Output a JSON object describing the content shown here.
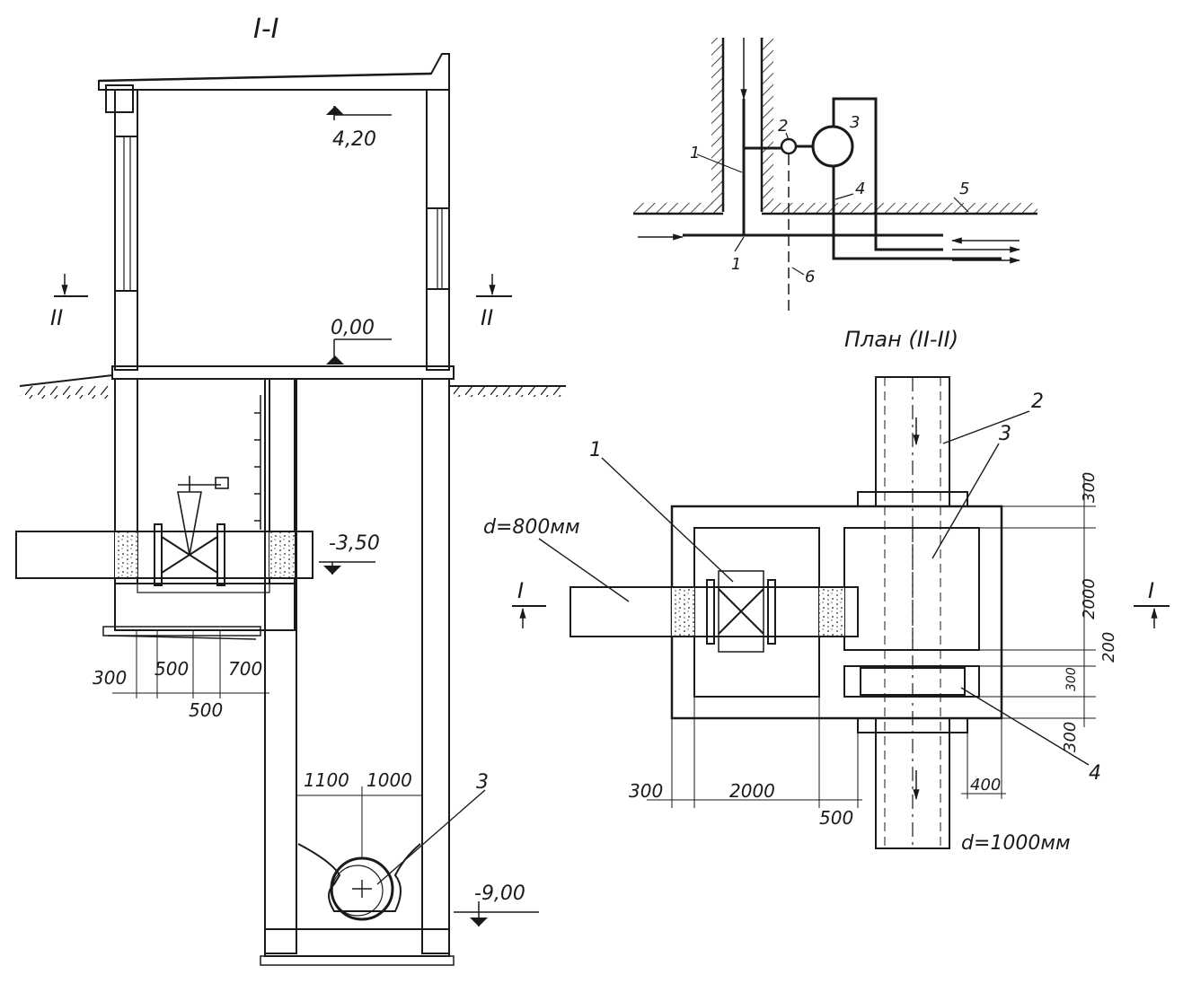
{
  "colors": {
    "ink": "#1a1a1a",
    "paper": "#ffffff",
    "hatch": "#1a1a1a"
  },
  "section_view": {
    "title": "I-I",
    "cut_marker_left": "II",
    "cut_marker_right": "II",
    "elev_top": "4,20",
    "elev_floor": "0,00",
    "elev_pipe": "-3,50",
    "elev_bottom": "-9,00",
    "dims_bottom": [
      "300",
      "500",
      "700",
      "500"
    ],
    "dims_well": [
      "1100",
      "1000"
    ],
    "label_pipe": "3"
  },
  "scheme": {
    "labels": [
      "1",
      "2",
      "3",
      "1",
      "4",
      "5",
      "6"
    ]
  },
  "plan_view": {
    "title": "План (II-II)",
    "cut_marker_left": "I",
    "cut_marker_right": "I",
    "d_inlet": "d=800мм",
    "d_outlet": "d=1000мм",
    "callouts": [
      "1",
      "2",
      "3",
      "4"
    ],
    "dims_right": [
      "300",
      "2000",
      "200",
      "300",
      "300"
    ],
    "dims_bottom": [
      "300",
      "2000",
      "500",
      "400"
    ]
  }
}
